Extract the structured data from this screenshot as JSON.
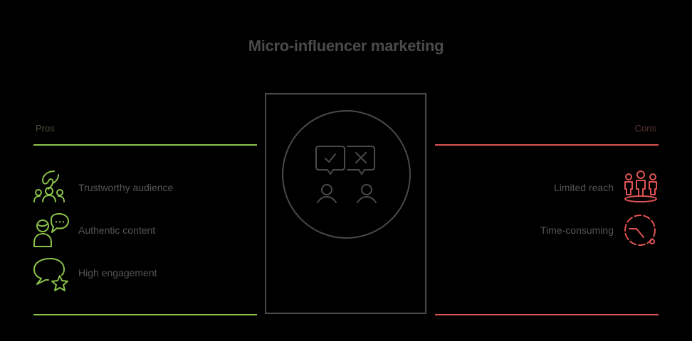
{
  "title": "Micro-influencer marketing",
  "colors": {
    "pros": "#8bc34a",
    "cons": "#e05353",
    "neutral": "#4a4a4a",
    "text": "#555555"
  },
  "pros": {
    "label": "Pros",
    "items": [
      {
        "label": "Trustworthy audience",
        "icon": "trusted-audience-icon"
      },
      {
        "label": "Authentic content",
        "icon": "person-chat-icon"
      },
      {
        "label": "High engagement",
        "icon": "chat-star-icon"
      }
    ]
  },
  "cons": {
    "label": "Cons",
    "items": [
      {
        "label": "Limited reach",
        "icon": "small-group-icon"
      },
      {
        "label": "Time-consuming",
        "icon": "clock-icon"
      }
    ]
  },
  "center": {
    "icon": "people-approve-reject-icon"
  }
}
